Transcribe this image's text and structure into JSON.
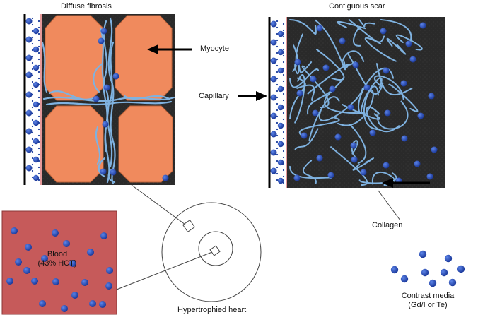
{
  "labels": {
    "diffuse_fibrosis": "Diffuse fibrosis",
    "contiguous_scar": "Contiguous scar",
    "myocyte": "Myocyte",
    "capillary": "Capillary",
    "collagen": "Collagen",
    "blood_line1": "Blood",
    "blood_line2": "(43% HCT)",
    "hypertrophied_heart": "Hypertrophied heart",
    "contrast_line1": "Contrast media",
    "contrast_line2": "(Gd/I or Te)"
  },
  "colors": {
    "tissue_background": "#2b2b2b",
    "myocyte": "#f08a5d",
    "collagen": "#7fb2e0",
    "contrast_dot": "#2a4fc0",
    "blood": "#c65a5a",
    "capillary_dots": "#1a3c9a"
  }
}
